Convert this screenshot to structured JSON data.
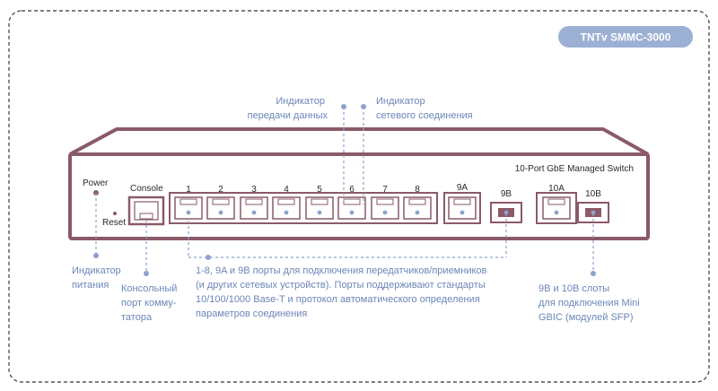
{
  "model_badge": "TNTv SMMC-3000",
  "switch_title": "10-Port GbE Managed Switch",
  "panel_labels": {
    "power": "Power",
    "reset": "Reset",
    "console": "Console"
  },
  "ports": [
    {
      "label": "1",
      "type": "rj45"
    },
    {
      "label": "2",
      "type": "rj45"
    },
    {
      "label": "3",
      "type": "rj45"
    },
    {
      "label": "4",
      "type": "rj45"
    },
    {
      "label": "5",
      "type": "rj45"
    },
    {
      "label": "6",
      "type": "rj45"
    },
    {
      "label": "7",
      "type": "rj45"
    },
    {
      "label": "8",
      "type": "rj45"
    },
    {
      "label": "9A",
      "type": "rj45"
    },
    {
      "label": "9B",
      "type": "sfp"
    },
    {
      "label": "10A",
      "type": "rj45"
    },
    {
      "label": "10B",
      "type": "sfp"
    }
  ],
  "callouts": {
    "data_led": [
      "Индикатор",
      "передачи данных"
    ],
    "link_led": [
      "Индикатор",
      "сетевого соединения"
    ],
    "power_led": [
      "Индикатор",
      "питания"
    ],
    "console_port": [
      "Консольный",
      "порт комму-",
      "татора"
    ],
    "ports_desc": [
      "1-8, 9A и 9B порты для подключения передатчиков/приемников",
      "(и других сетевых устройств). Порты поддерживают стандарты",
      "10/100/1000 Base-T и протокол автоматического определения",
      "параметров соединения"
    ],
    "sfp_desc": [
      "9B и 10B слоты",
      "для подключения Mini",
      "GBIC (модулей SFP)"
    ]
  },
  "colors": {
    "body": "#8a5a68",
    "callout": "#8da3cc",
    "callout_text": "#6b86b8",
    "badge": "#9cb0d4",
    "frame": "#555555"
  }
}
